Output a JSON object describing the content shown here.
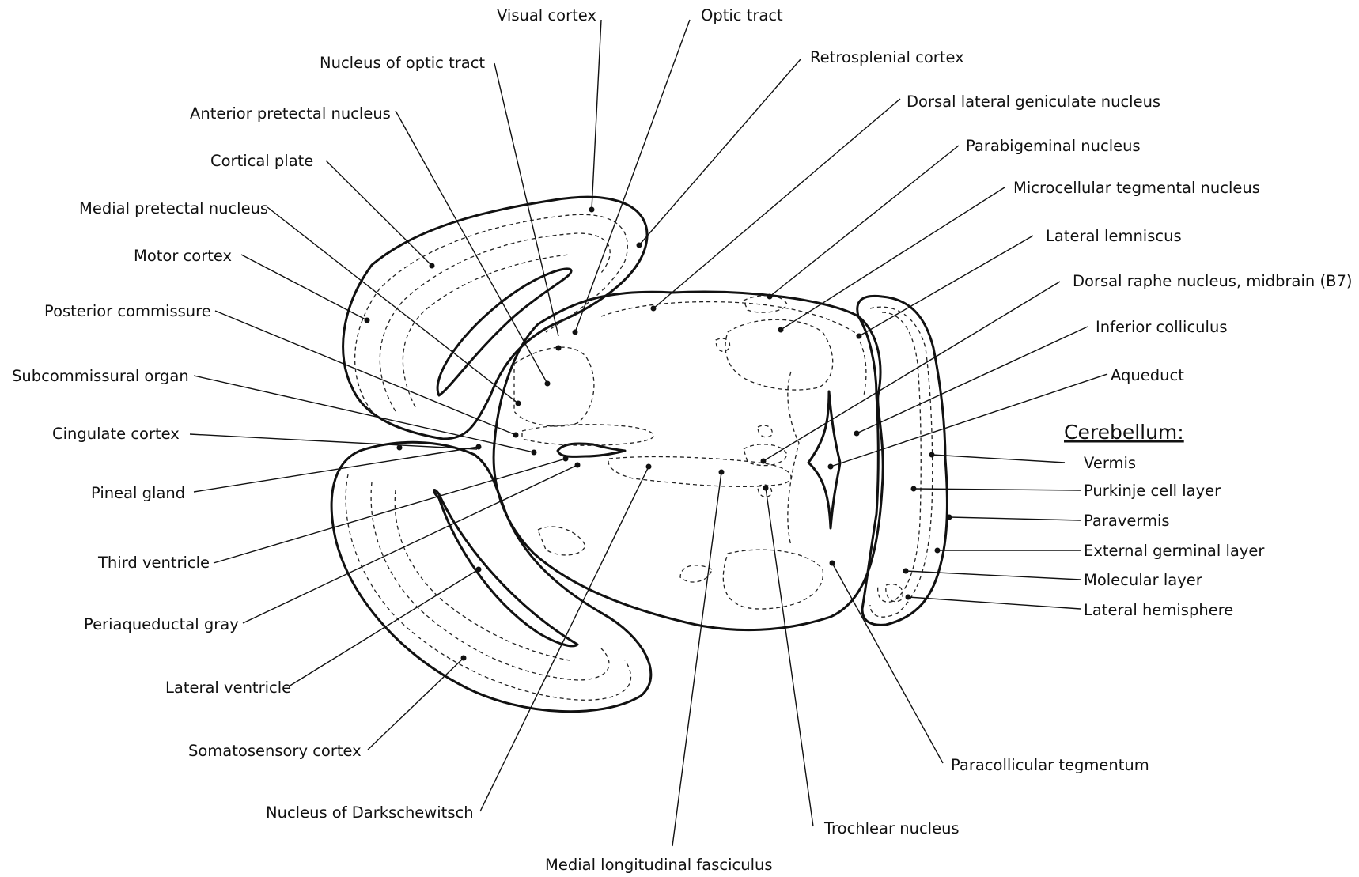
{
  "diagram": {
    "heading": "Cerebellum:",
    "labels": {
      "visual_cortex": "Visual cortex",
      "optic_tract": "Optic tract",
      "retrosplenial_cortex": "Retrosplenial cortex",
      "nucleus_of_optic_tract": "Nucleus of optic tract",
      "anterior_pretectal_nucleus": "Anterior pretectal nucleus",
      "dorsal_lateral_geniculate_nucleus": "Dorsal lateral geniculate nucleus",
      "parabigeminal_nucleus": "Parabigeminal nucleus",
      "cortical_plate": "Cortical plate",
      "microcellular_tegmental_nucleus": "Microcellular tegmental nucleus",
      "medial_pretectal_nucleus": "Medial pretectal nucleus",
      "lateral_lemniscus": "Lateral lemniscus",
      "motor_cortex": "Motor cortex",
      "dorsal_raphe_nucleus": "Dorsal raphe nucleus, midbrain (B7)",
      "posterior_commissure": "Posterior commissure",
      "inferior_colliculus": "Inferior colliculus",
      "subcommissural_organ": "Subcommissural organ",
      "aqueduct": "Aqueduct",
      "cingulate_cortex": "Cingulate cortex",
      "vermis": "Vermis",
      "pineal_gland": "Pineal gland",
      "purkinje_cell_layer": "Purkinje cell layer",
      "paravermis": "Paravermis",
      "external_germinal_layer": "External germinal layer",
      "third_ventricle": "Third ventricle",
      "molecular_layer": "Molecular layer",
      "lateral_hemisphere": "Lateral hemisphere",
      "periaqueductal_gray": "Periaqueductal gray",
      "lateral_ventricle": "Lateral ventricle",
      "somatosensory_cortex": "Somatosensory cortex",
      "paracollicular_tegmentum": "Paracollicular tegmentum",
      "nucleus_of_darkschewitsch": "Nucleus of Darkschewitsch",
      "trochlear_nucleus": "Trochlear nucleus",
      "medial_longitudinal_fasciculus": "Medial longitudinal fasciculus"
    }
  }
}
